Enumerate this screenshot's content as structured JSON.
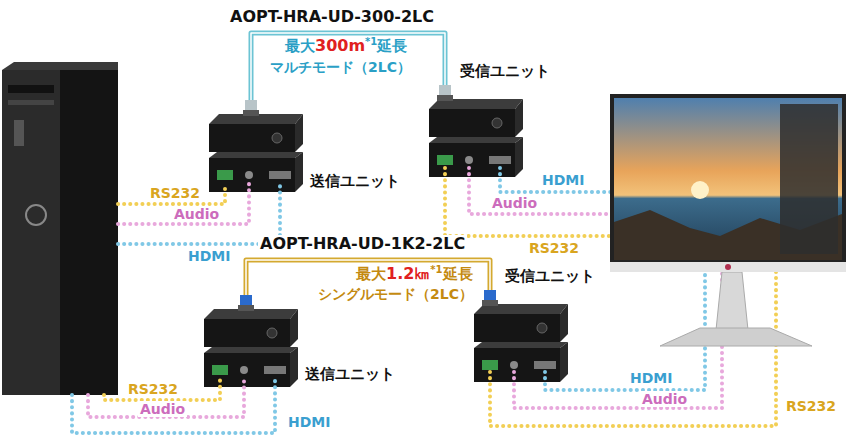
{
  "diagram": {
    "nodes": [
      {
        "text": [
          "送信ユニット"
        ]
      },
      {
        "text": [
          "受信ユニット"
        ]
      },
      {
        "text": [
          "送信ユニット"
        ]
      },
      {
        "text": [
          "受信ユニット"
        ]
      }
    ],
    "edges": [
      {
        "from": 0,
        "to": 1,
        "arrow": "none"
      },
      {
        "from": 2,
        "to": 3,
        "arrow": "none"
      }
    ],
    "labels": [
      "AOPT-HRA-UD-300-2LC",
      "最大",
      "300m",
      "*1",
      "延長",
      "マルチモード（2LC）",
      "RS232",
      "Audio",
      "HDMI",
      "HDMI",
      "Audio",
      "RS232",
      "AOPT-HRA-UD-1K2-2LC",
      "最大",
      "1.2㎞",
      "*1",
      "延長",
      "シングルモード（2LC）",
      "RS232",
      "Audio",
      "HDMI",
      "HDMI",
      "Audio",
      "RS232"
    ]
  }
}
